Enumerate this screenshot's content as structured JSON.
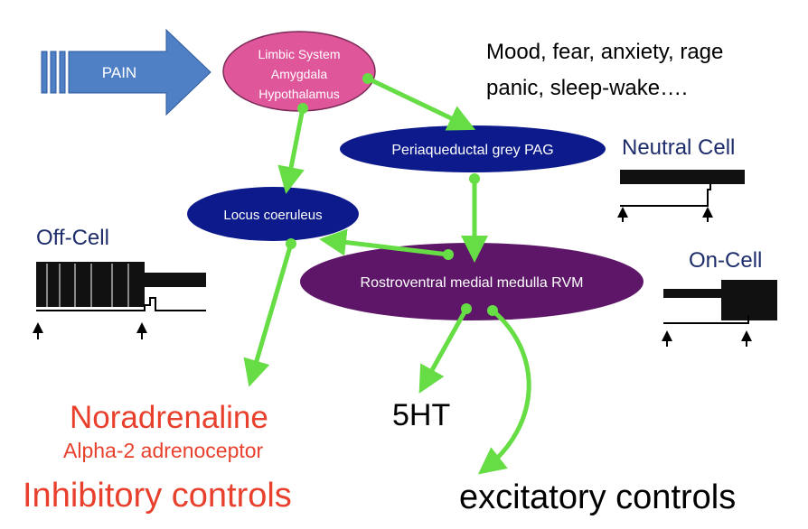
{
  "pain_label": "PAIN",
  "nodes": {
    "limbic": [
      "Limbic System",
      "Amygdala",
      "Hypothalamus"
    ],
    "pag": "Periaqueductal grey PAG",
    "locus": "Locus coeruleus",
    "rvm": "Rostroventral medial medulla RVM"
  },
  "limbic_functions": [
    "Mood, fear, anxiety, rage",
    "panic, sleep-wake…."
  ],
  "cells": {
    "neutral": "Neutral Cell",
    "off": "Off-Cell",
    "on": "On-Cell"
  },
  "outputs": {
    "noradrenaline": "Noradrenaline",
    "alpha2": "Alpha-2 adrenoceptor",
    "inhibitory": "Inhibitory controls",
    "serotonin": "5HT",
    "excitatory": "excitatory controls"
  },
  "colors": {
    "pain_arrow": "#4f80c6",
    "limbic": "#e0569a",
    "pag": "#0c1a8c",
    "locus": "#0c1a8c",
    "rvm": "#5e1768",
    "connector": "#66dd44",
    "red_text": "#e8402c",
    "navy_text": "#1d2c6b"
  }
}
